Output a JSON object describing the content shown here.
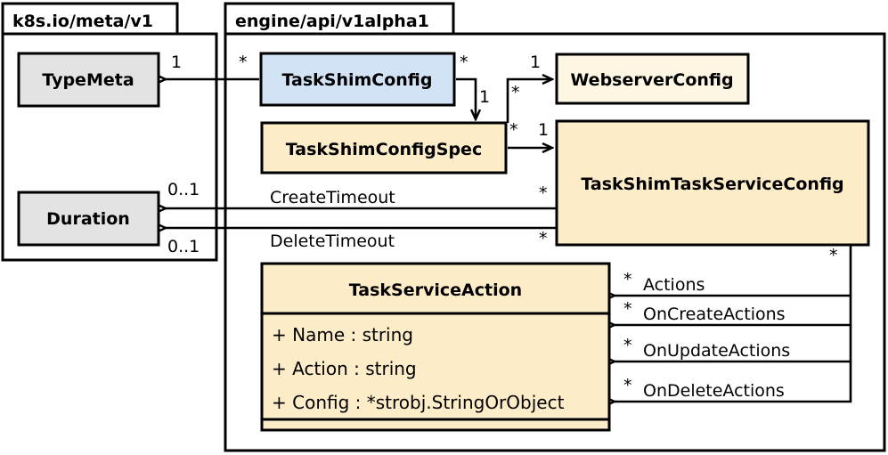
{
  "diagram": {
    "title": "UML class diagram",
    "background": "#ffffff",
    "line_color": "#000000"
  },
  "packages": [
    {
      "id": "k8s-meta",
      "label": "k8s.io/meta/v1"
    },
    {
      "id": "engine-api",
      "label": "engine/api/v1alpha1"
    }
  ],
  "classes": [
    {
      "id": "type-meta",
      "name": "TypeMeta",
      "fill": "#e3e3e3",
      "attributes": []
    },
    {
      "id": "duration",
      "name": "Duration",
      "fill": "#e3e3e3",
      "attributes": []
    },
    {
      "id": "task-shim-config",
      "name": "TaskShimConfig",
      "fill": "#d3e3f6",
      "attributes": []
    },
    {
      "id": "task-shim-config-spec",
      "name": "TaskShimConfigSpec",
      "fill": "#fdecc8",
      "attributes": []
    },
    {
      "id": "webserver-config",
      "name": "WebserverConfig",
      "fill": "#fdf6e3",
      "attributes": []
    },
    {
      "id": "task-shim-task-service-config",
      "name": "TaskShimTaskServiceConfig",
      "fill": "#fdecc8",
      "attributes": []
    },
    {
      "id": "task-service-action",
      "name": "TaskServiceAction",
      "fill": "#fdecc8",
      "attributes": [
        "+ Name : string",
        "+ Action : string",
        "+ Config : *strobj.StringOrObject"
      ]
    }
  ],
  "relations": [
    {
      "id": "taskshimconfig-typemeta",
      "source": "task-shim-config",
      "target": "type-meta",
      "source_multiplicity": "*",
      "target_multiplicity": "1",
      "label": ""
    },
    {
      "id": "taskshimconfig-spec",
      "source": "task-shim-config",
      "target": "task-shim-config-spec",
      "source_multiplicity": "*",
      "target_multiplicity": "1",
      "label": ""
    },
    {
      "id": "spec-webserverconfig",
      "source": "task-shim-config-spec",
      "target": "webserver-config",
      "source_multiplicity": "*",
      "target_multiplicity": "1",
      "label": ""
    },
    {
      "id": "spec-taskservice",
      "source": "task-shim-config-spec",
      "target": "task-shim-task-service-config",
      "source_multiplicity": "*",
      "target_multiplicity": "1",
      "label": ""
    },
    {
      "id": "taskservice-duration-create",
      "source": "task-shim-task-service-config",
      "target": "duration",
      "source_multiplicity": "*",
      "target_multiplicity": "0..1",
      "label": "CreateTimeout"
    },
    {
      "id": "taskservice-duration-delete",
      "source": "task-shim-task-service-config",
      "target": "duration",
      "source_multiplicity": "*",
      "target_multiplicity": "0..1",
      "label": "DeleteTimeout"
    },
    {
      "id": "taskservice-actions",
      "source": "task-shim-task-service-config",
      "target": "task-service-action",
      "source_multiplicity": "*",
      "target_multiplicity": "*",
      "label": "Actions"
    },
    {
      "id": "taskservice-oncreateactions",
      "source": "task-shim-task-service-config",
      "target": "task-service-action",
      "source_multiplicity": "*",
      "target_multiplicity": "*",
      "label": "OnCreateActions"
    },
    {
      "id": "taskservice-onupdateactions",
      "source": "task-shim-task-service-config",
      "target": "task-service-action",
      "source_multiplicity": "*",
      "target_multiplicity": "*",
      "label": "OnUpdateActions"
    },
    {
      "id": "taskservice-ondeleteactions",
      "source": "task-shim-task-service-config",
      "target": "task-service-action",
      "source_multiplicity": "*",
      "target_multiplicity": "*",
      "label": "OnDeleteActions"
    }
  ],
  "multiplicity_labels": {
    "star": "*",
    "one": "1",
    "zero_or_one": "0..1"
  }
}
